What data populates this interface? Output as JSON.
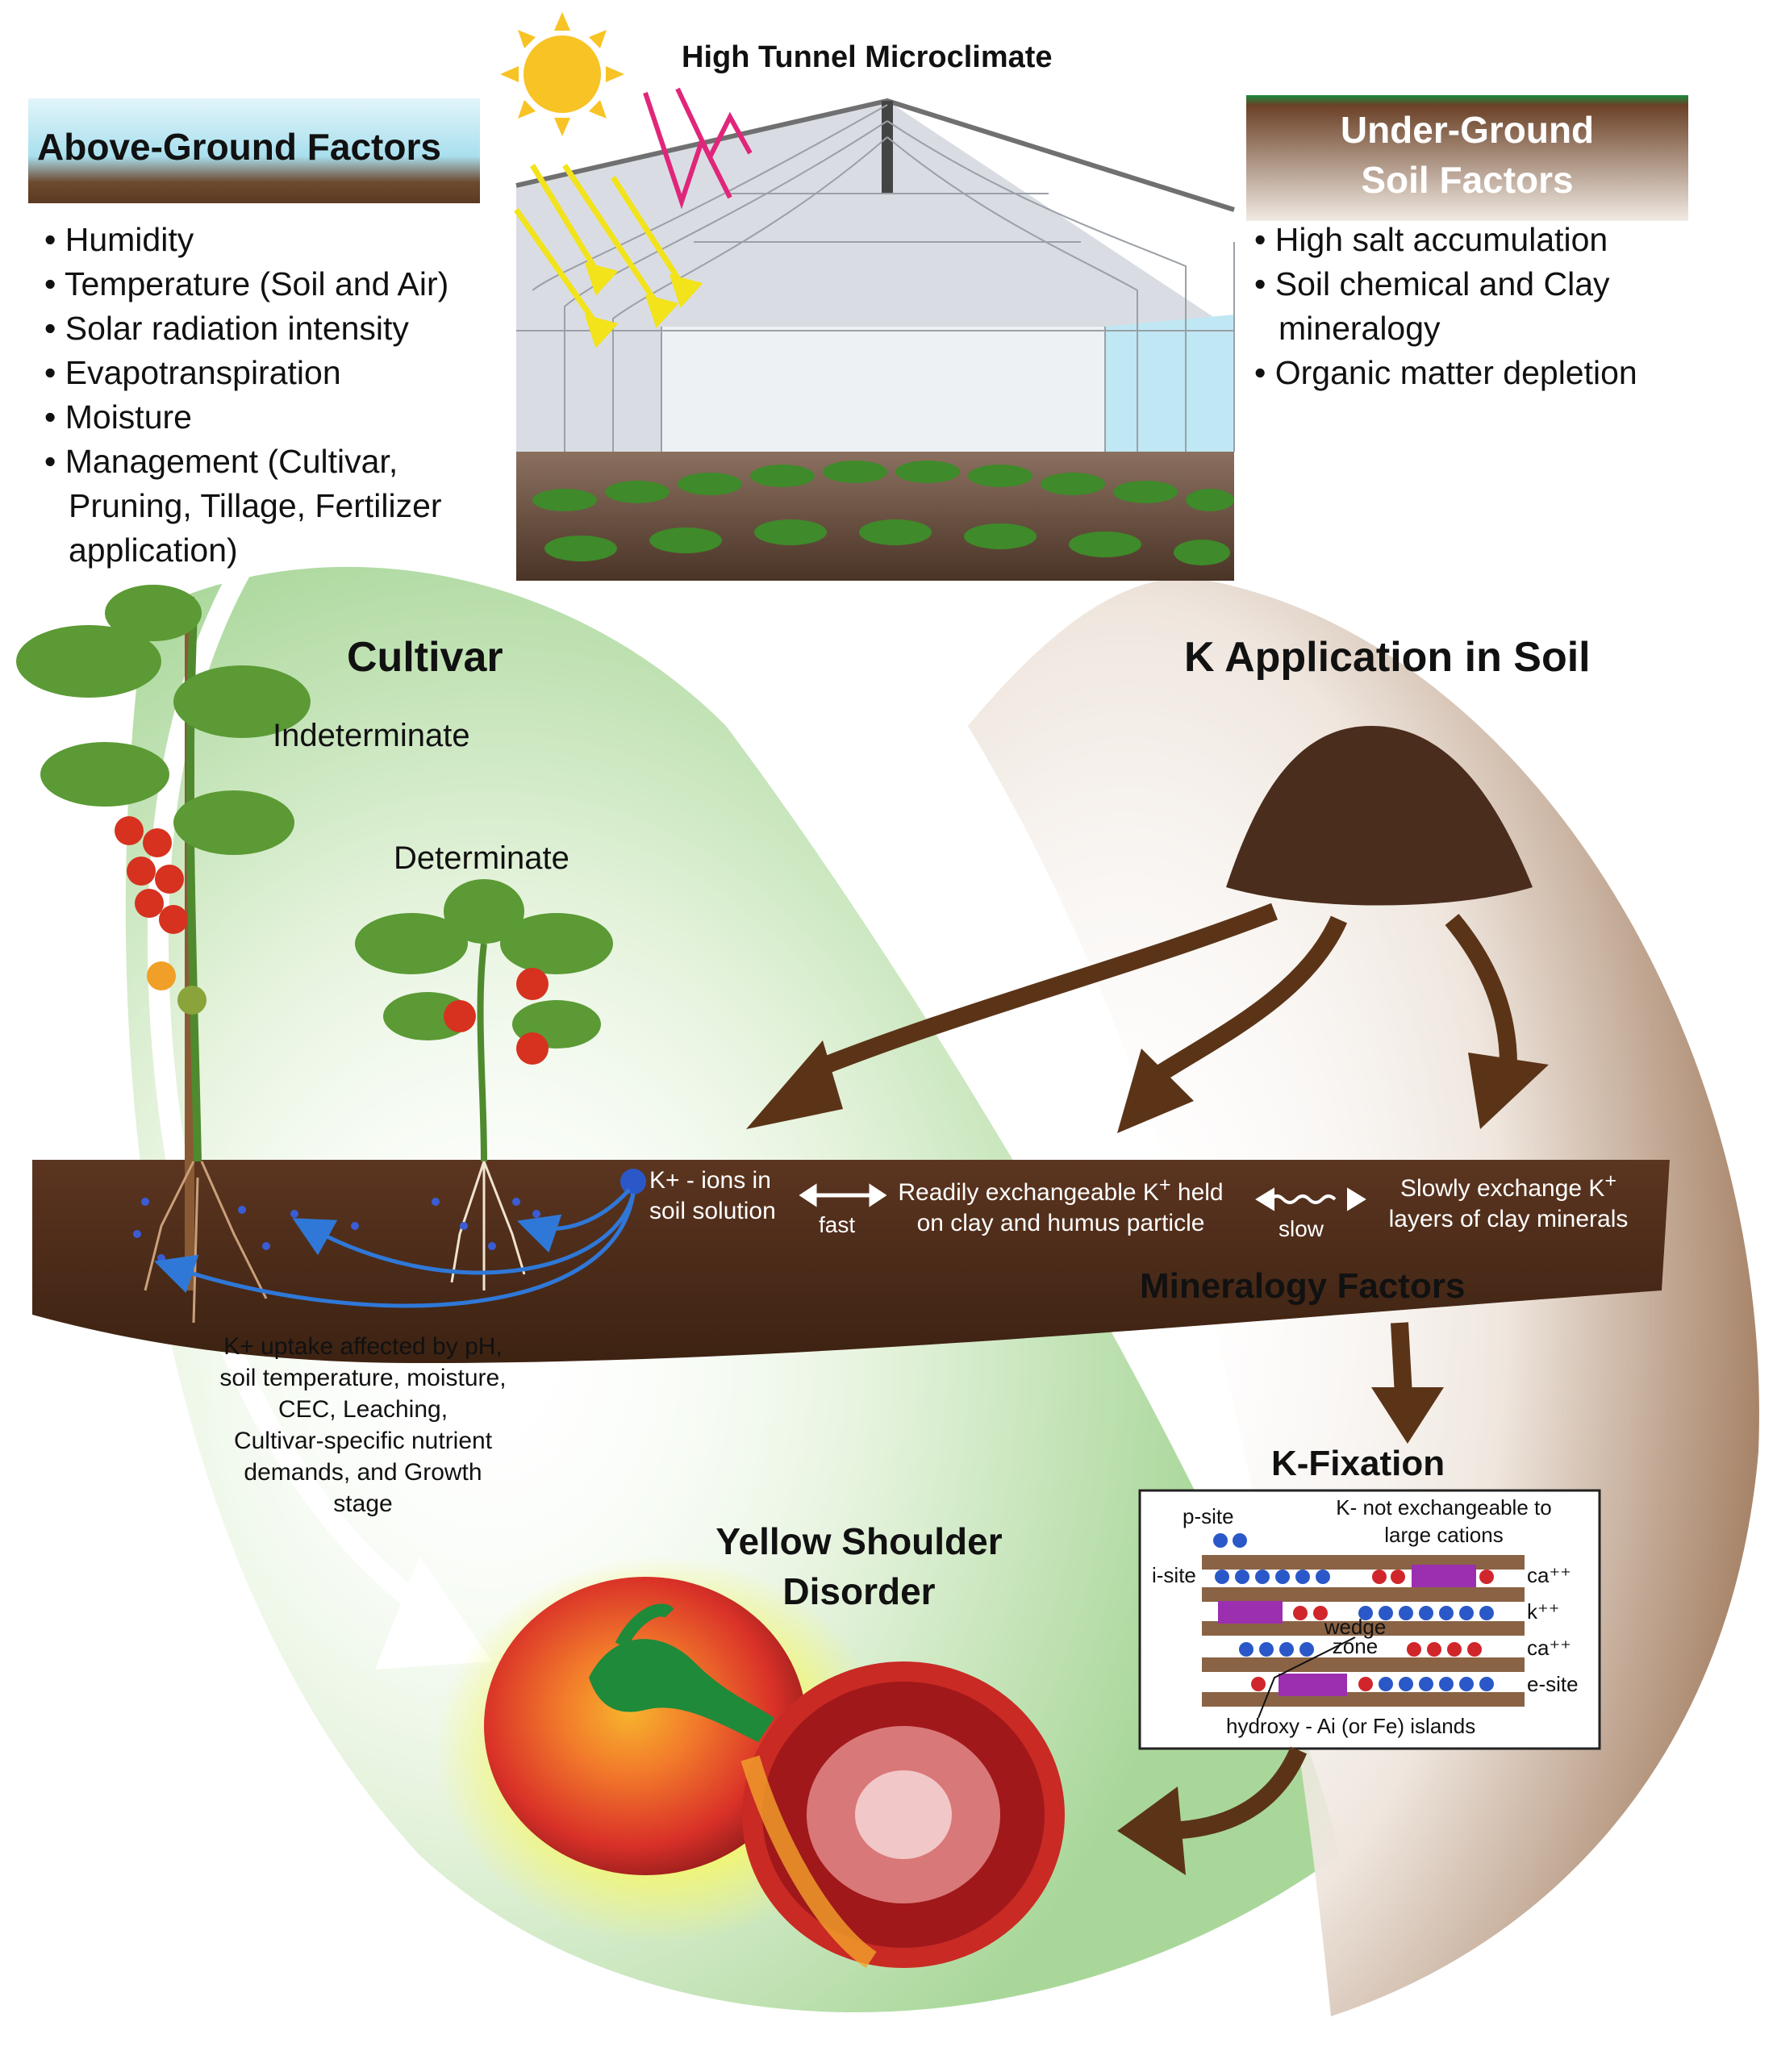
{
  "colors": {
    "soil_dark": "#4a2a18",
    "soil_mid": "#5e3a22",
    "arrow_brown": "#5b3418",
    "green_glow": "#cfe9c2",
    "brown_glow": "#c9b6a6",
    "title_box_blue": "#bfe6f0",
    "title_box_grass": "#1a8a3a",
    "sun_yellow": "#f7c325",
    "ray_yellow": "#f2e31a",
    "ray_magenta": "#e0267a",
    "ion_blue": "#2b58c8",
    "ion_red": "#d0262b",
    "island_purple": "#9b2fb0",
    "tomato_red": "#d8322a"
  },
  "header": {
    "title": "High Tunnel Microclimate"
  },
  "above_ground": {
    "title": "Above-Ground Factors",
    "items": [
      "• Humidity",
      "• Temperature (Soil and Air)",
      "• Solar radiation intensity",
      "• Evapotranspiration",
      "• Moisture",
      "• Management (Cultivar,",
      "Pruning, Tillage, Fertilizer",
      "application)"
    ]
  },
  "under_ground": {
    "title_line1": "Under-Ground",
    "title_line2": "Soil Factors",
    "items": [
      "• High salt accumulation",
      "• Soil chemical and Clay",
      "mineralogy",
      "• Organic matter depletion"
    ]
  },
  "cultivar": {
    "title": "Cultivar",
    "indeterminate": "Indeterminate",
    "determinate": "Determinate"
  },
  "k_application": {
    "title": "K Application in Soil"
  },
  "soil_band": {
    "ions_line1": "K+ - ions in",
    "ions_line2": "soil solution",
    "fast": "fast",
    "exch_line1": "Readily exchangeable K",
    "exch_sup": "+",
    "exch_line1_end": " held",
    "exch_line2": "on clay and humus particle",
    "slow": "slow",
    "slow_line1": "Slowly exchange K",
    "slow_sup": "+",
    "slow_line2": "layers of clay minerals"
  },
  "mineralogy": {
    "title": "Mineralogy Factors"
  },
  "uptake": {
    "lines": [
      "K+ uptake affected by pH,",
      "soil temperature, moisture,",
      "CEC, Leaching,",
      "Cultivar-specific nutrient",
      "demands, and Growth",
      "stage"
    ]
  },
  "k_fixation": {
    "title": "K-Fixation",
    "p_site": "p-site",
    "i_site": "i-site",
    "note_line1": "K- not exchangeable to",
    "note_line2": "large cations",
    "ca1": "ca⁺⁺",
    "k": "k⁺⁺",
    "ca2": "ca⁺⁺",
    "e_site": "e-site",
    "wedge_line1": "wedge",
    "wedge_line2": "zone",
    "hydroxy": "hydroxy - Ai (or Fe) islands"
  },
  "yellow_shoulder": {
    "line1": "Yellow Shoulder",
    "line2": "Disorder"
  }
}
